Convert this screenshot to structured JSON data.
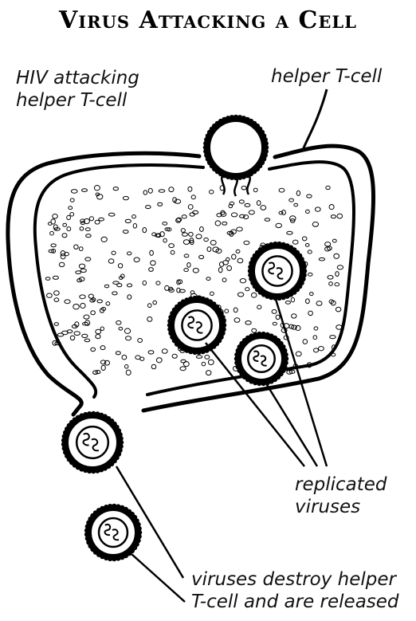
{
  "title": "Virus Attacking a Cell",
  "labels": {
    "hiv_line1": "HIV attacking",
    "hiv_line2": "helper T-cell",
    "helper_tcell": "helper T-cell",
    "replicated_line1": "replicated",
    "replicated_line2": "viruses",
    "destroy_line1": "viruses destroy helper",
    "destroy_line2": "T-cell and are released"
  },
  "colors": {
    "ink": "#000000",
    "background": "#ffffff"
  }
}
